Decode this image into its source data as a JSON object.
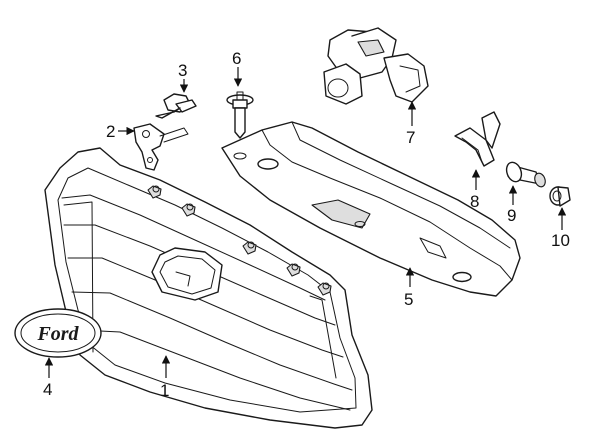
{
  "diagram": {
    "callouts": [
      {
        "id": "1",
        "label": "1"
      },
      {
        "id": "2",
        "label": "2"
      },
      {
        "id": "3",
        "label": "3"
      },
      {
        "id": "4",
        "label": "4"
      },
      {
        "id": "5",
        "label": "5"
      },
      {
        "id": "6",
        "label": "6"
      },
      {
        "id": "7",
        "label": "7"
      },
      {
        "id": "8",
        "label": "8"
      },
      {
        "id": "9",
        "label": "9"
      },
      {
        "id": "10",
        "label": "10"
      }
    ],
    "emblem_text": "Ford"
  }
}
